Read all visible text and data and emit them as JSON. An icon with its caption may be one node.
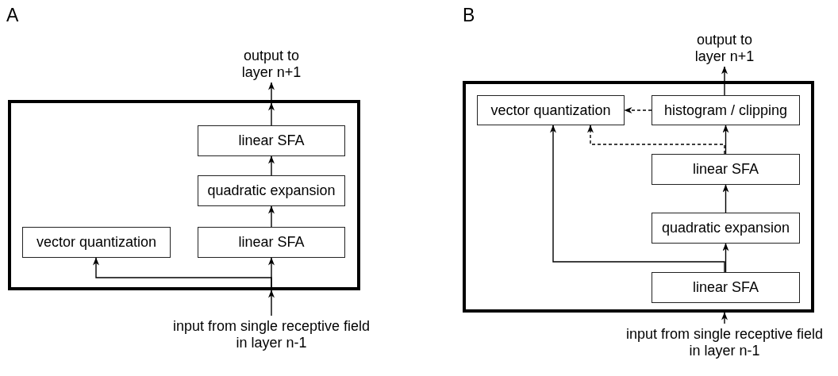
{
  "diagram": {
    "nodes": [
      {
        "text": [
          "output to layer n+1"
        ]
      },
      {
        "text": [],
        "shape": "box"
      },
      {
        "text": [
          "linear SFA"
        ],
        "in": 1
      },
      {
        "text": [
          "quadratic expansion"
        ],
        "in": 1
      },
      {
        "text": [
          "vector quantization"
        ],
        "in": 1
      },
      {
        "text": [
          "linear SFA"
        ],
        "in": 1
      },
      {
        "text": [
          "input from single receptive field in layer n-1"
        ]
      },
      {
        "text": [
          "output to layer n+1"
        ]
      },
      {
        "text": [],
        "shape": "box"
      },
      {
        "text": [
          "vector quantization"
        ],
        "in": 8
      },
      {
        "text": [
          "histogram / clipping"
        ],
        "in": 8
      },
      {
        "text": [
          "linear SFA"
        ],
        "in": 8
      },
      {
        "text": [
          "quadratic expansion"
        ],
        "in": 8
      },
      {
        "text": [
          "linear SFA"
        ],
        "in": 8
      },
      {
        "text": [
          "input from single receptive field in layer n-1"
        ]
      }
    ],
    "edges": [
      {
        "from": 2,
        "to": 1,
        "arrow": "to"
      },
      {
        "from": 1,
        "to": 0,
        "arrow": "to"
      },
      {
        "from": 3,
        "to": 2,
        "arrow": "to"
      },
      {
        "from": 5,
        "to": 3,
        "arrow": "to"
      },
      {
        "from": 6,
        "to": 1,
        "arrow": "to"
      },
      {
        "from": 1,
        "to": 5,
        "arrow": "to"
      },
      {
        "from": 1,
        "to": 4,
        "arrow": "to"
      },
      {
        "from": 14,
        "to": 8,
        "arrow": "to"
      },
      {
        "from": 13,
        "to": 12,
        "arrow": "to"
      },
      {
        "from": 13,
        "to": 9,
        "arrow": "to"
      },
      {
        "from": 12,
        "to": 11,
        "arrow": "to"
      },
      {
        "from": 11,
        "to": 10,
        "arrow": "to"
      },
      {
        "from": 11,
        "to": 9,
        "arrow": "to",
        "style": "dashed"
      },
      {
        "from": 10,
        "to": 9,
        "arrow": "to",
        "style": "dashed"
      },
      {
        "from": 10,
        "to": 7,
        "arrow": "to"
      }
    ],
    "labels": [
      "A",
      "B"
    ]
  }
}
